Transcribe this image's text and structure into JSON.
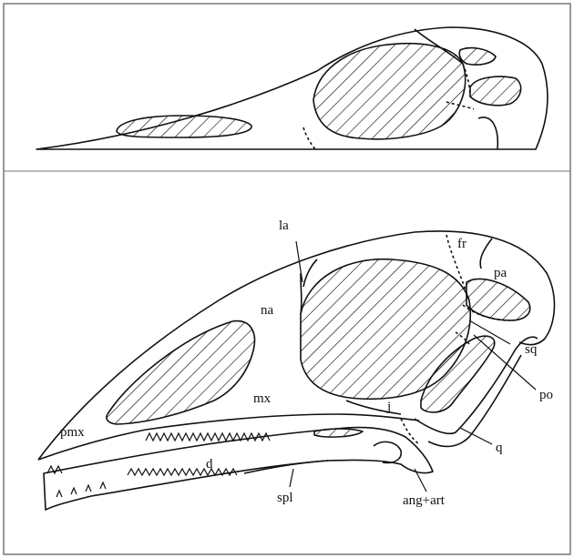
{
  "diagram": {
    "labels": {
      "la": "la",
      "fr": "fr",
      "pa": "pa",
      "na": "na",
      "sq": "sq",
      "po": "po",
      "mx": "mx",
      "j": "j",
      "pmx": "pmx",
      "q": "q",
      "d": "d",
      "spl": "spl",
      "ang_art": "ang+art"
    }
  }
}
